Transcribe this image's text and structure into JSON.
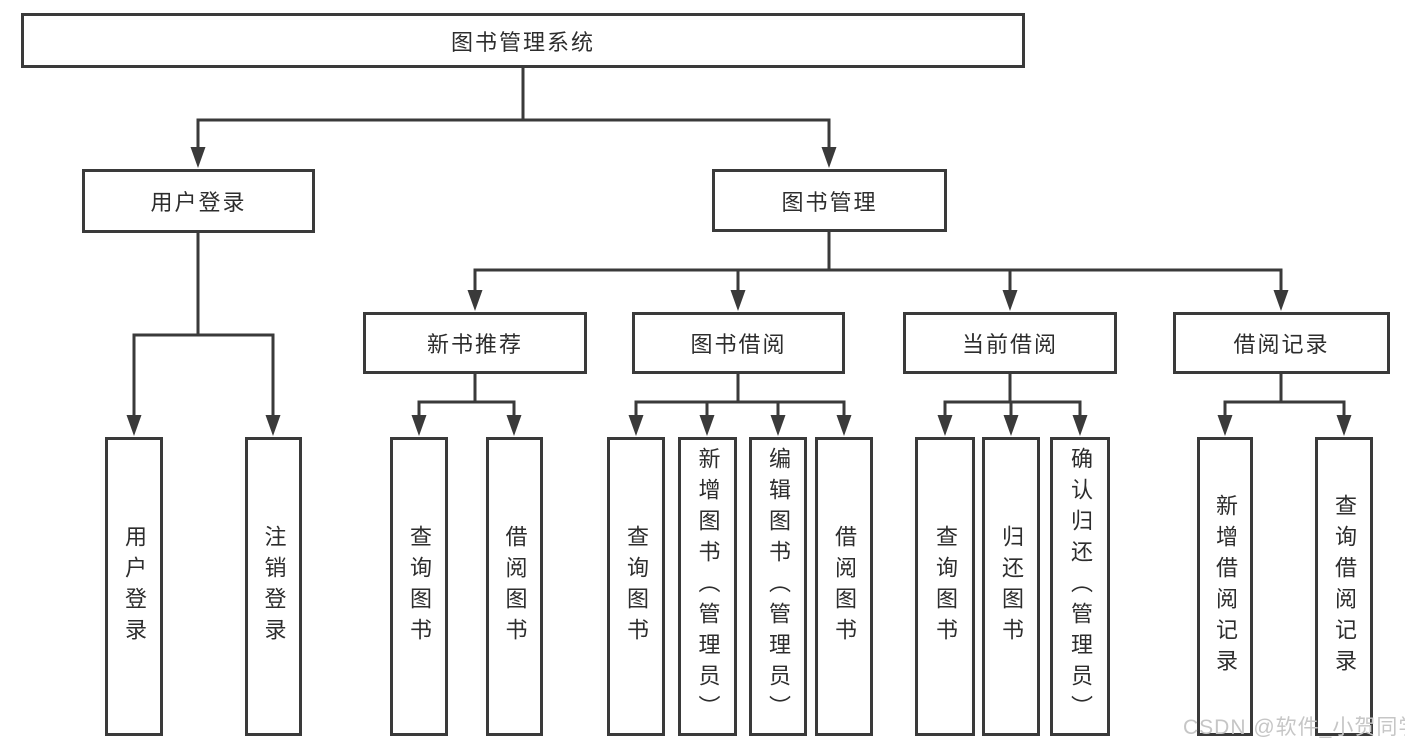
{
  "diagram": {
    "root": {
      "label": "图书管理系统"
    },
    "level2": [
      {
        "label": "用户登录"
      },
      {
        "label": "图书管理"
      }
    ],
    "level3": [
      {
        "label": "新书推荐"
      },
      {
        "label": "图书借阅"
      },
      {
        "label": "当前借阅"
      },
      {
        "label": "借阅记录"
      }
    ],
    "leaves": {
      "user_login": [
        "用户登录",
        "注销登录"
      ],
      "new_book_recommend": [
        "查询图书",
        "借阅图书"
      ],
      "book_borrow": [
        "查询图书",
        "新增图书（管理员）",
        "编辑图书（管理员）",
        "借阅图书"
      ],
      "current_borrow": [
        "查询图书",
        "归还图书",
        "确认归还（管理员）"
      ],
      "borrow_record": [
        "新增借阅记录",
        "查询借阅记录"
      ]
    },
    "watermark": "CSDN @软件_小贺同学",
    "colors": {
      "line": "#3a3a3a",
      "text": "#2d2d2d",
      "background": "#ffffff",
      "watermark": "#c6c6c6"
    }
  }
}
